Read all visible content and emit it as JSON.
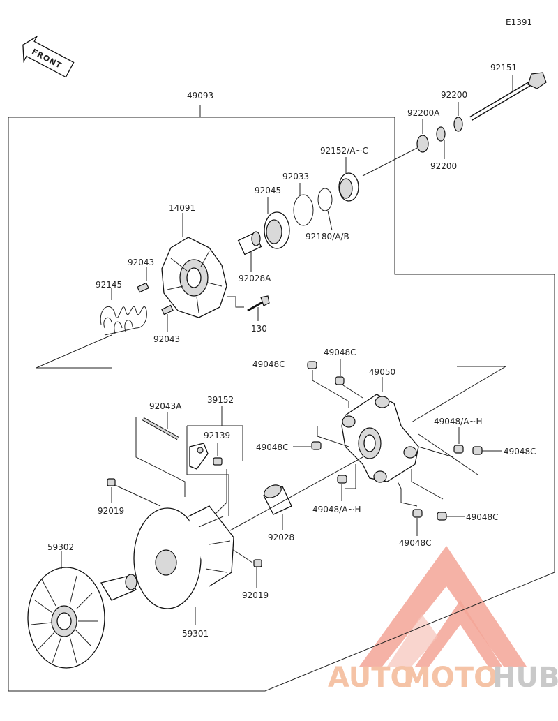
{
  "diagram": {
    "code": "E1391",
    "front_label": "FRONT",
    "labels": {
      "p49093": "49093",
      "p92151": "92151",
      "p92200_top": "92200",
      "p92200A": "92200A",
      "p92200_bot": "92200",
      "p92152": "92152/A~C",
      "p92033": "92033",
      "p92045": "92045",
      "p92180": "92180/A/B",
      "p14091": "14091",
      "p92028A": "92028A",
      "p92043_top": "92043",
      "p92145": "92145",
      "p92043_bot": "92043",
      "p130": "130",
      "p49048C_1": "49048C",
      "p49048C_2": "49048C",
      "p49050": "49050",
      "p49048AH_1": "49048/A~H",
      "p49048C_3": "49048C",
      "p49048C_4": "49048C",
      "p49048AH_2": "49048/A~H",
      "p49048C_5": "49048C",
      "p49048C_6": "49048C",
      "p92043A": "92043A",
      "p39152": "39152",
      "p92139": "92139",
      "p92019_left": "92019",
      "p92028": "92028",
      "p59302": "59302",
      "p92019_right": "92019",
      "p59301": "59301"
    }
  },
  "watermark": {
    "text_a": "AUTO",
    "text_b": "MOTO",
    "text_c": "HUB",
    "color_primary": "#f08a7a",
    "color_secondary": "#f5c3a6",
    "color_grey": "#c9c9c9"
  }
}
